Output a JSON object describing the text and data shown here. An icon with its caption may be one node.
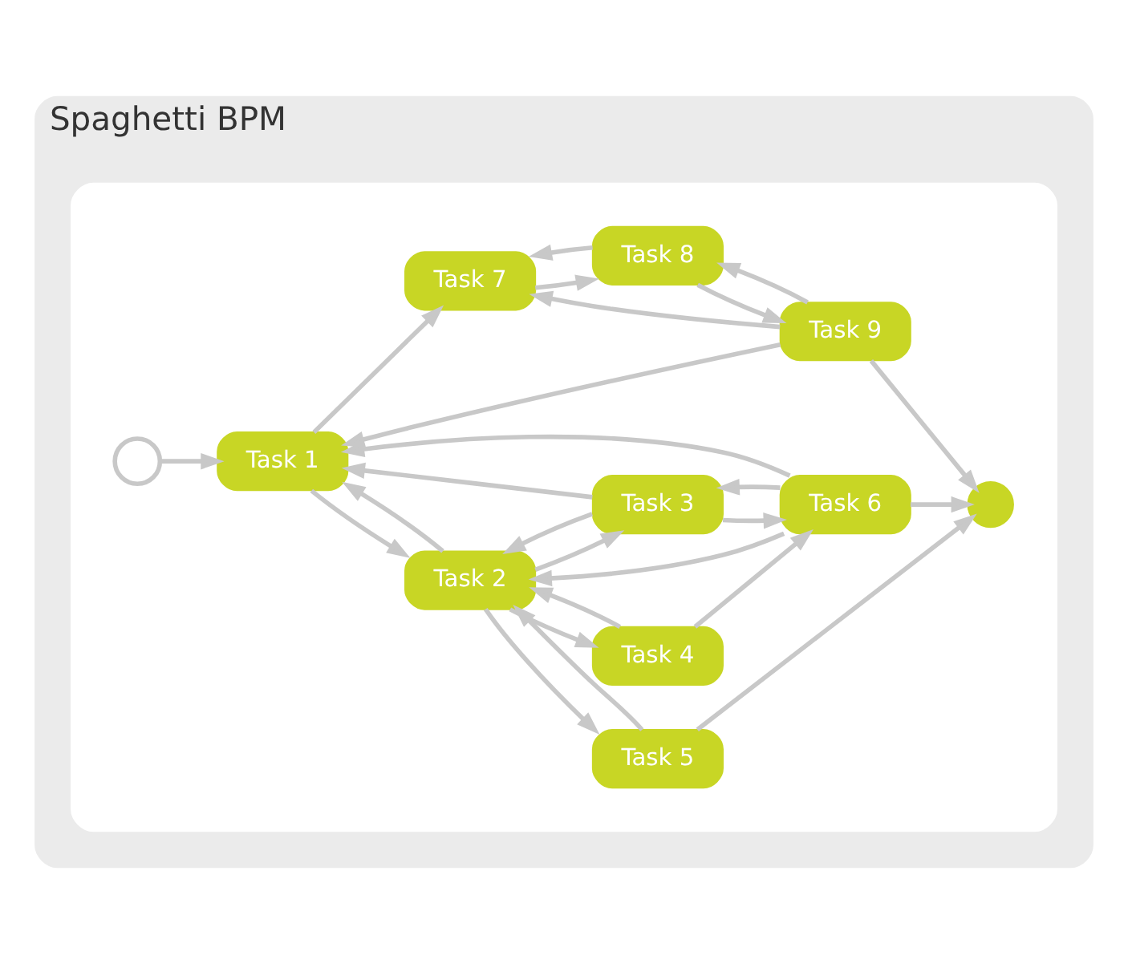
{
  "diagram": {
    "nodes": [
      {
        "text": [
          "Spaghetti BPM"
        ]
      },
      {
        "text": [],
        "shape": "box",
        "in": 0
      },
      {
        "text": [],
        "shape": "circle",
        "in": 1
      },
      {
        "text": [
          "Task 1"
        ],
        "in": 1
      },
      {
        "text": [
          "Task 2"
        ],
        "in": 1
      },
      {
        "text": [
          "Task 3"
        ],
        "in": 1
      },
      {
        "text": [
          "Task 4"
        ],
        "in": 1
      },
      {
        "text": [
          "Task 5"
        ],
        "in": 1
      },
      {
        "text": [
          "Task 6"
        ],
        "in": 1
      },
      {
        "text": [
          "Task 7"
        ],
        "in": 1
      },
      {
        "text": [
          "Task 8"
        ],
        "in": 1
      },
      {
        "text": [
          "Task 9"
        ],
        "in": 1
      },
      {
        "text": [],
        "shape": "circle",
        "in": 1
      }
    ],
    "edges": [
      {
        "from": 2,
        "to": 3,
        "arrow": "to"
      },
      {
        "from": 3,
        "to": 4,
        "arrow": "to"
      },
      {
        "from": 3,
        "to": 9,
        "arrow": "to"
      },
      {
        "from": 4,
        "to": 6,
        "arrow": "to"
      },
      {
        "from": 4,
        "to": 5,
        "arrow": "to"
      },
      {
        "from": 4,
        "to": 7,
        "arrow": "to"
      },
      {
        "from": 4,
        "to": 3,
        "arrow": "to"
      },
      {
        "from": 5,
        "to": 8,
        "arrow": "to"
      },
      {
        "from": 6,
        "to": 8,
        "arrow": "to"
      },
      {
        "from": 6,
        "to": 4,
        "arrow": "to"
      },
      {
        "from": 7,
        "to": 4,
        "arrow": "to"
      },
      {
        "from": 7,
        "to": 12,
        "arrow": "to"
      },
      {
        "from": 8,
        "to": 5,
        "arrow": "to"
      },
      {
        "from": 8,
        "to": 4,
        "arrow": "to"
      },
      {
        "from": 8,
        "to": 3,
        "arrow": "to"
      },
      {
        "from": 5,
        "to": 4,
        "arrow": "to"
      },
      {
        "from": 5,
        "to": 3,
        "arrow": "to"
      },
      {
        "from": 8,
        "to": 12,
        "arrow": "to"
      },
      {
        "from": 9,
        "to": 10,
        "arrow": "to"
      },
      {
        "from": 10,
        "to": 11,
        "arrow": "to"
      },
      {
        "from": 10,
        "to": 9,
        "arrow": "to"
      },
      {
        "from": 11,
        "to": 12,
        "arrow": "to"
      },
      {
        "from": 11,
        "to": 9,
        "arrow": "to"
      },
      {
        "from": 11,
        "to": 10,
        "arrow": "to"
      },
      {
        "from": 11,
        "to": 3,
        "arrow": "to"
      }
    ]
  }
}
